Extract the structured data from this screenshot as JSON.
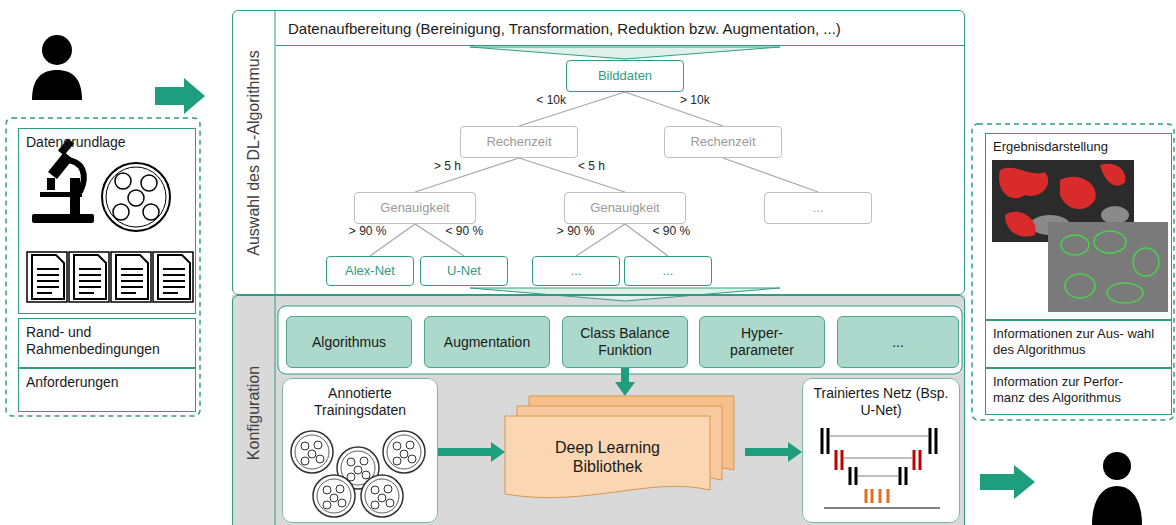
{
  "diagram": {
    "nodes": [
      {
        "text": [
          "Datengrundlage"
        ]
      },
      {
        "text": [
          "Rand- und Rahmenbedingungen"
        ]
      },
      {
        "text": [
          "Anforderungen"
        ]
      },
      {
        "text": [
          "Auswahl des DL-Algorithmus"
        ]
      },
      {
        "text": [
          "Datenaufbereitung (Bereinigung, Transformation, Reduktion bzw. Augmentation, ...)"
        ],
        "in": 3
      },
      {
        "text": [
          "Bilddaten"
        ],
        "in": 3
      },
      {
        "text": [
          "Rechenzeit"
        ],
        "in": 3
      },
      {
        "text": [
          "Rechenzeit"
        ],
        "in": 3
      },
      {
        "text": [
          "Genauigkeit"
        ],
        "in": 3
      },
      {
        "text": [
          "Genauigkeit"
        ],
        "in": 3
      },
      {
        "text": [
          "..."
        ],
        "in": 3
      },
      {
        "text": [
          "Alex-Net"
        ],
        "in": 3
      },
      {
        "text": [
          "U-Net"
        ],
        "in": 3
      },
      {
        "text": [
          "..."
        ],
        "in": 3
      },
      {
        "text": [
          "..."
        ],
        "in": 3
      },
      {
        "text": [
          "Konfiguration"
        ]
      },
      {
        "text": [
          "Algorithmus"
        ],
        "in": 15
      },
      {
        "text": [
          "Augmentation"
        ],
        "in": 15
      },
      {
        "text": [
          "Class Balance Funktion"
        ],
        "in": 15
      },
      {
        "text": [
          "Hyper- parameter"
        ],
        "in": 15
      },
      {
        "text": [
          "..."
        ],
        "in": 15
      },
      {
        "text": [
          "Annotierte Trainingsdaten"
        ],
        "in": 15
      },
      {
        "text": [
          "Deep Learning Bibliothek"
        ],
        "in": 15
      },
      {
        "text": [
          "Trainiertes Netz (Bsp. U-Net)"
        ],
        "in": 15
      },
      {
        "text": [
          "Ergebnisdarstellung"
        ]
      },
      {
        "text": [
          "Informationen zur Aus- wahl des Algorithmus"
        ]
      },
      {
        "text": [
          "Information zur Perfor- manz des Algorithmus"
        ]
      }
    ],
    "edges": [
      {
        "from": 5,
        "to": 6,
        "label": "< 10k",
        "arrow": "none"
      },
      {
        "from": 5,
        "to": 7,
        "label": "> 10k",
        "arrow": "none"
      },
      {
        "from": 6,
        "to": 8,
        "label": "> 5 h",
        "arrow": "none"
      },
      {
        "from": 6,
        "to": 9,
        "label": "< 5 h",
        "arrow": "none"
      },
      {
        "from": 7,
        "to": 10,
        "arrow": "none"
      },
      {
        "from": 8,
        "to": 11,
        "label": "> 90 %",
        "arrow": "none"
      },
      {
        "from": 8,
        "to": 12,
        "label": "< 90 %",
        "arrow": "none"
      },
      {
        "from": 9,
        "to": 13,
        "label": "> 90 %",
        "arrow": "none"
      },
      {
        "from": 9,
        "to": 14,
        "label": "< 90 %",
        "arrow": "none"
      },
      {
        "from": 18,
        "to": 22,
        "arrow": "to"
      },
      {
        "from": 21,
        "to": 22,
        "arrow": "to"
      },
      {
        "from": 22,
        "to": 23,
        "arrow": "to"
      }
    ]
  }
}
